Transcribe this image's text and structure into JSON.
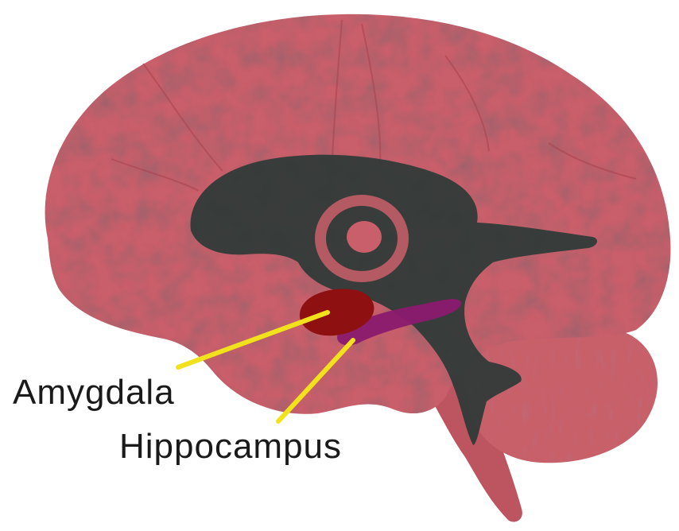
{
  "labels": {
    "amygdala": "Amygdala",
    "hippocampus": "Hippocampus"
  },
  "colors": {
    "background": "#ffffff",
    "cerebrum": "#c95f6b",
    "cerebrum_shadow": "#a9434f",
    "cerebrum_highlight": "#e08a92",
    "cerebellum": "#c8606a",
    "brainstem": "#bd5560",
    "ventricle": "#2c3a36",
    "amygdala": "#8e1010",
    "hippocampus": "#8a1a6e",
    "leader_line": "#f2e21c"
  },
  "icons": {
    "brain": "brain-sagittal-illustration"
  }
}
